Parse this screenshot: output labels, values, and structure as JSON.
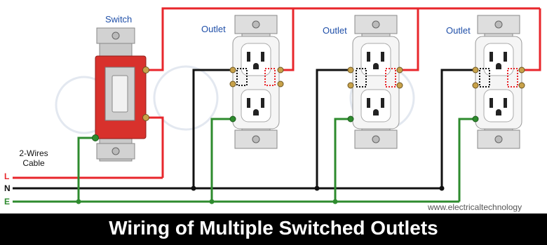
{
  "labels": {
    "switch": "Switch",
    "outlet_1": "Outlet",
    "outlet_2": "Outlet",
    "outlet_3": "Outlet",
    "cable_line1": "2-Wires",
    "cable_line2": "Cable",
    "line": "L",
    "neutral": "N",
    "earth": "E"
  },
  "footer": {
    "watermark": "www.electricaltechnology",
    "title": "Wiring of Multiple Switched Outlets"
  },
  "colors": {
    "line_wire": "#e8262b",
    "neutral_wire": "#111111",
    "earth_wire": "#2e8b2e",
    "label_blue": "#1f4fa8",
    "title_bar": "#000000"
  }
}
